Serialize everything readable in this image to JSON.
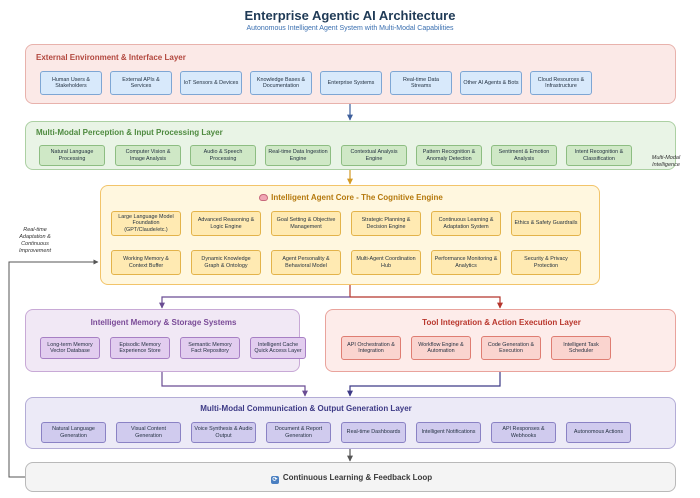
{
  "title": "Enterprise Agentic AI Architecture",
  "subtitle": "Autonomous Intelligent Agent System with Multi-Modal Capabilities",
  "external": {
    "title": "External Environment & Interface Layer",
    "items": [
      "Human Users & Stakeholders",
      "External APIs & Services",
      "IoT Sensors & Devices",
      "Knowledge Bases & Documentation",
      "Enterprise Systems",
      "Real-time Data Streams",
      "Other AI Agents & Bots",
      "Cloud Resources & Infrastructure"
    ]
  },
  "perception": {
    "title": "Multi-Modal Perception & Input Processing Layer",
    "items": [
      "Natural Language Processing",
      "Computer Vision & Image Analysis",
      "Audio & Speech Processing",
      "Real-time Data Ingestion Engine",
      "Contextual Analysis Engine",
      "Pattern Recognition & Anomaly Detection",
      "Sentiment & Emotion Analysis",
      "Intent Recognition & Classification"
    ]
  },
  "core": {
    "icon": "brain-icon",
    "title": "Intelligent Agent Core - The Cognitive Engine",
    "row1": [
      "Large Language Model Foundation (GPT/Claude/etc.)",
      "Advanced Reasoning & Logic Engine",
      "Goal Setting & Objective Management",
      "Strategic Planning & Decision Engine",
      "Continuous Learning & Adaptation System",
      "Ethics & Safety Guardrails"
    ],
    "row2": [
      "Working Memory & Context Buffer",
      "Dynamic Knowledge Graph & Ontology",
      "Agent Personality & Behavioral Model",
      "Multi-Agent Coordination Hub",
      "Performance Monitoring & Analytics",
      "Security & Privacy Protection"
    ]
  },
  "memory": {
    "title": "Intelligent Memory & Storage Systems",
    "items": [
      "Long-term Memory Vector Database",
      "Episodic Memory Experience Store",
      "Semantic Memory Fact Repository",
      "Intelligent Cache Quick Access Layer"
    ]
  },
  "tools": {
    "title": "Tool Integration & Action Execution Layer",
    "items": [
      "API Orchestration & Integration",
      "Workflow Engine & Automation",
      "Code Generation & Execution",
      "Intelligent Task Scheduler"
    ]
  },
  "communication": {
    "title": "Multi-Modal Communication & Output Generation Layer",
    "items": [
      "Natural Language Generation",
      "Visual Content Generation",
      "Voice Synthesis & Audio Output",
      "Document & Report Generation",
      "Real-time Dashboards",
      "Intelligent Notifications",
      "API Responses & Webhooks",
      "Autonomous Actions"
    ]
  },
  "feedback": {
    "icon": "refresh-icon",
    "title": "Continuous Learning & Feedback Loop"
  },
  "labels": {
    "multimodal_intelligence": "Multi-Modal Intelligence",
    "realtime_adaptation": "Real-time Adaptation & Continuous Improvement"
  },
  "colors": {
    "arrow_blue": "#3e5f9b",
    "arrow_gold": "#d39a26",
    "arrow_red": "#b5352c",
    "arrow_purple": "#6a4c93",
    "arrow_gray": "#555555"
  }
}
